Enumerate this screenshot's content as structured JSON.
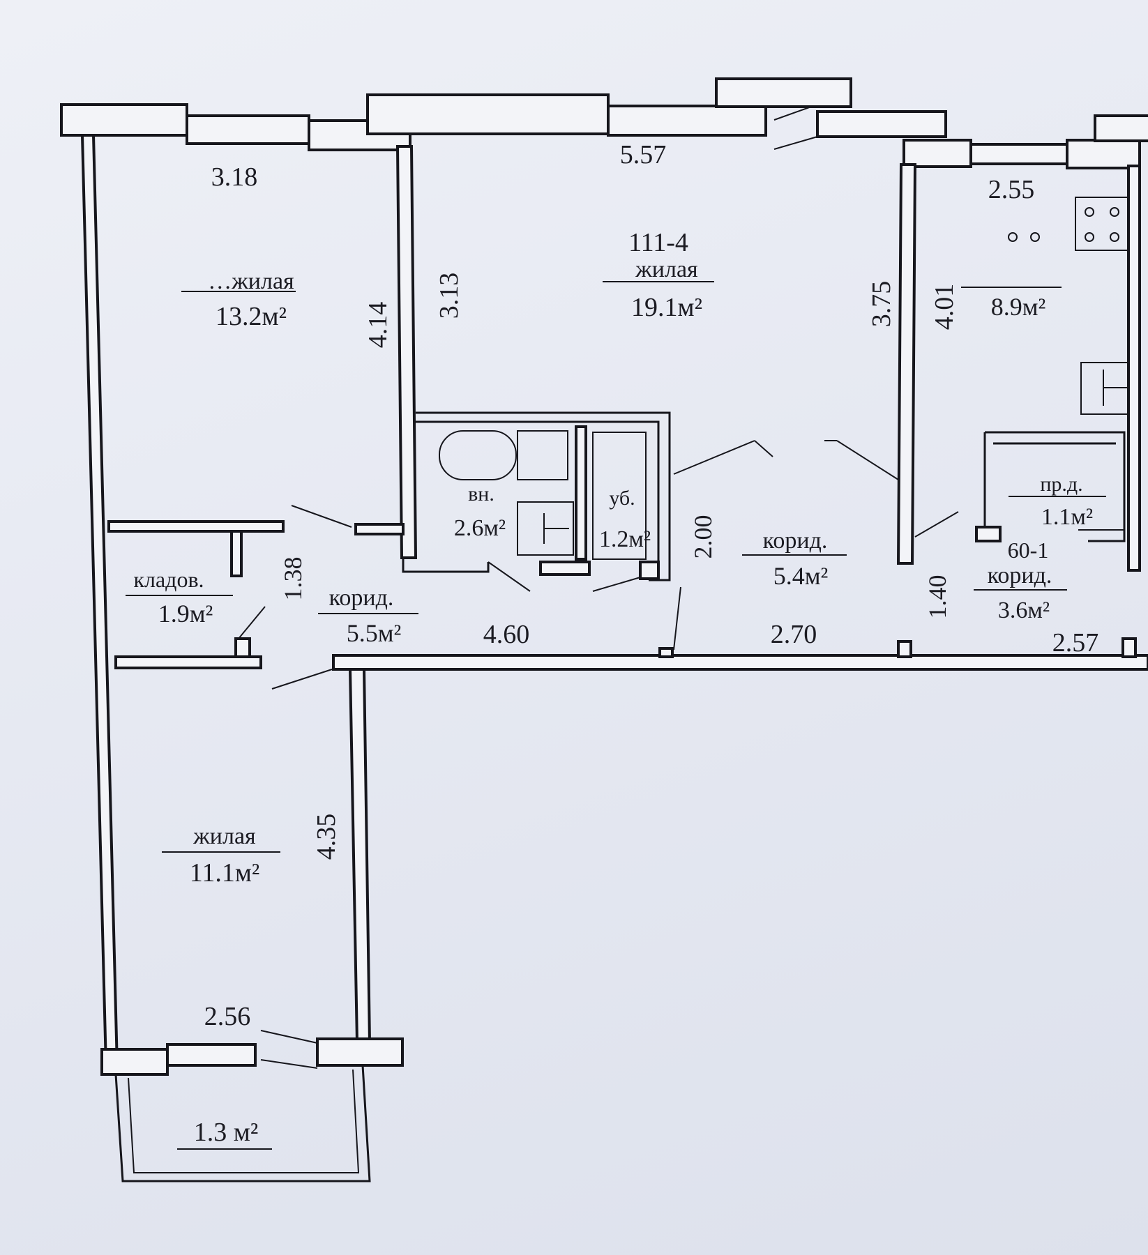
{
  "accent_color": "#16161c",
  "paper_color": "#e6e9f2",
  "rooms": [
    {
      "id": "room-top-left",
      "name": "…жилая",
      "area": "13.2м²"
    },
    {
      "id": "room-center",
      "code": "111-4",
      "name": "жилая",
      "area": "19.1м²"
    },
    {
      "id": "kitchen",
      "area": "8.9м²"
    },
    {
      "id": "bathroom",
      "name": "вн.",
      "area": "2.6м²"
    },
    {
      "id": "toilet",
      "name": "уб.",
      "area": "1.2м²"
    },
    {
      "id": "corridor-center",
      "name": "корид.",
      "area": "5.4м²"
    },
    {
      "id": "pantry-right",
      "name": "пр.д.",
      "area": "1.1м²"
    },
    {
      "id": "corridor-right",
      "code": "60-1",
      "name": "корид.",
      "area": "3.6м²"
    },
    {
      "id": "storage-left",
      "name": "кладов.",
      "area": "1.9м²"
    },
    {
      "id": "corridor-left",
      "name": "корид.",
      "area": "5.5м²"
    },
    {
      "id": "room-bottom",
      "name": "жилая",
      "area": "11.1м²"
    },
    {
      "id": "balcony",
      "area": "1.3 м²"
    }
  ],
  "dimensions": {
    "d_318": "3.18",
    "d_557": "5.57",
    "d_255": "2.55",
    "d_414": "4.14",
    "d_313": "3.13",
    "d_375": "3.75",
    "d_401": "4.01",
    "d_138": "1.38",
    "d_200": "2.00",
    "d_140": "1.40",
    "d_460": "4.60",
    "d_270": "2.70",
    "d_257": "2.57",
    "d_435": "4.35",
    "d_256": "2.56"
  }
}
